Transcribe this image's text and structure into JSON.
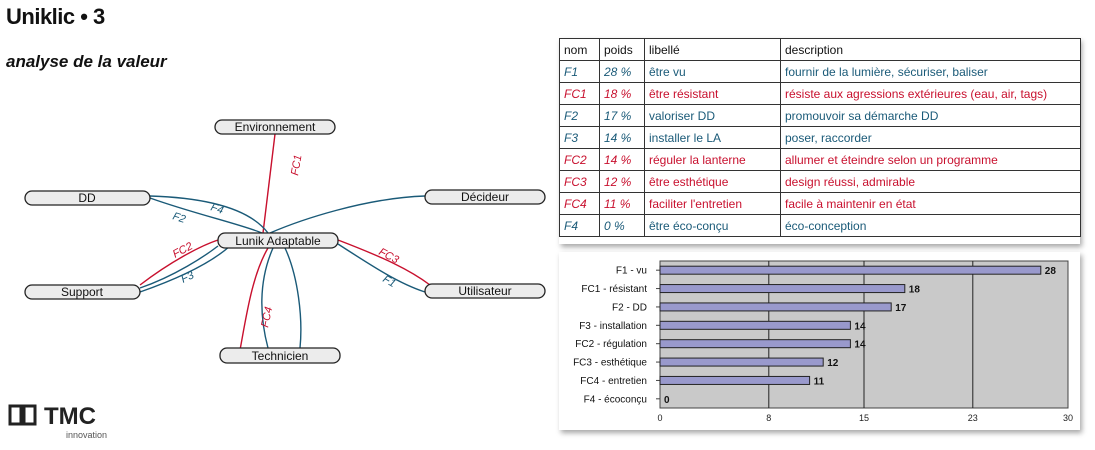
{
  "header": {
    "title": "Uniklic • 3",
    "subtitle": "analyse de la valeur"
  },
  "diagram": {
    "nodes": {
      "environnement": "Environnement",
      "dd": "DD",
      "decideur": "Décideur",
      "center": "Lunik Adaptable",
      "support": "Support",
      "utilisateur": "Utilisateur",
      "technicien": "Technicien"
    },
    "edges": {
      "fc1": "FC1",
      "f4": "F4",
      "f2": "F2",
      "fc2": "FC2",
      "f3": "F3",
      "fc3": "FC3",
      "f1": "F1",
      "fc4": "FC4"
    },
    "colors": {
      "red": "#c8102e",
      "blue": "#1a5a78"
    }
  },
  "table": {
    "headers": [
      "nom",
      "poids",
      "libellé",
      "description"
    ],
    "rows": [
      {
        "nom": "F1",
        "poids": "28 %",
        "libelle": "être vu",
        "description": "fournir de la lumière, sécuriser, baliser",
        "color": "#1a5a78"
      },
      {
        "nom": "FC1",
        "poids": "18 %",
        "libelle": "être résistant",
        "description": "résiste aux agressions extérieures (eau, air, tags)",
        "color": "#c8102e"
      },
      {
        "nom": "F2",
        "poids": "17 %",
        "libelle": "valoriser DD",
        "description": "promouvoir sa démarche DD",
        "color": "#1a5a78"
      },
      {
        "nom": "F3",
        "poids": "14 %",
        "libelle": "installer le LA",
        "description": "poser, raccorder",
        "color": "#1a5a78"
      },
      {
        "nom": "FC2",
        "poids": "14 %",
        "libelle": "réguler la lanterne",
        "description": "allumer et éteindre selon un programme",
        "color": "#c8102e"
      },
      {
        "nom": "FC3",
        "poids": "12 %",
        "libelle": "être esthétique",
        "description": "design réussi, admirable",
        "color": "#c8102e"
      },
      {
        "nom": "FC4",
        "poids": "11 %",
        "libelle": "faciliter l'entretien",
        "description": "facile à maintenir en état",
        "color": "#c8102e"
      },
      {
        "nom": "F4",
        "poids": "0 %",
        "libelle": "être éco-conçu",
        "description": "éco-conception",
        "color": "#1a5a78"
      }
    ]
  },
  "chart_data": {
    "type": "bar",
    "orientation": "horizontal",
    "categories": [
      "F1 - vu",
      "FC1 - résistant",
      "F2 - DD",
      "F3 - installation",
      "FC2 - régulation",
      "FC3 - esthétique",
      "FC4 - entretien",
      "F4 - écoconçu"
    ],
    "values": [
      28,
      18,
      17,
      14,
      14,
      12,
      11,
      0
    ],
    "xticks": [
      "0",
      "8",
      "15",
      "23",
      "30"
    ],
    "xlim": [
      0,
      30
    ],
    "bar_color": "#9999cc",
    "plot_bg": "#c9c9c9",
    "grid": true
  },
  "logo": {
    "mark": "TMC",
    "sub": "innovation"
  }
}
